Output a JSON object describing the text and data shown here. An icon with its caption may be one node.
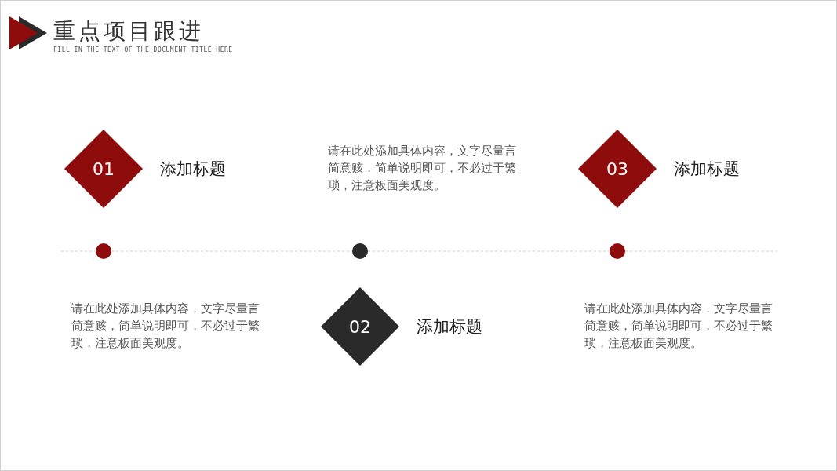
{
  "diagram": {
    "title": "重点项目跟进",
    "nodes": [
      {
        "text": [
          "01"
        ],
        "beside": [
          "添加标题"
        ]
      },
      {
        "text": [
          "03"
        ],
        "beside": [
          "添加标题"
        ]
      },
      {
        "text": [],
        "shape": "circle"
      },
      {
        "text": [],
        "shape": "circle"
      },
      {
        "text": [],
        "shape": "circle"
      },
      {
        "text": [
          "02"
        ],
        "beside": [
          "添加标题"
        ]
      }
    ],
    "edges": [
      {
        "from": 2,
        "to": 3,
        "arrow": "none",
        "style": "dashed"
      },
      {
        "from": 3,
        "to": 4,
        "arrow": "none",
        "style": "dashed"
      }
    ],
    "labels": [
      "FILL IN THE TEXT OF THE DOCUMENT TITLE HERE",
      "请在此处添加具体内容，文字尽量言简意赅，简单说明即可，不必过于繁琐，注意板面美观度。",
      "请在此处添加具体内容，文字尽量言简意赅，简单说明即可，不必过于繁琐，注意板面美观度。",
      "请在此处添加具体内容，文字尽量言简意赅，简单说明即可，不必过于繁琐，注意板面美观度。"
    ]
  }
}
